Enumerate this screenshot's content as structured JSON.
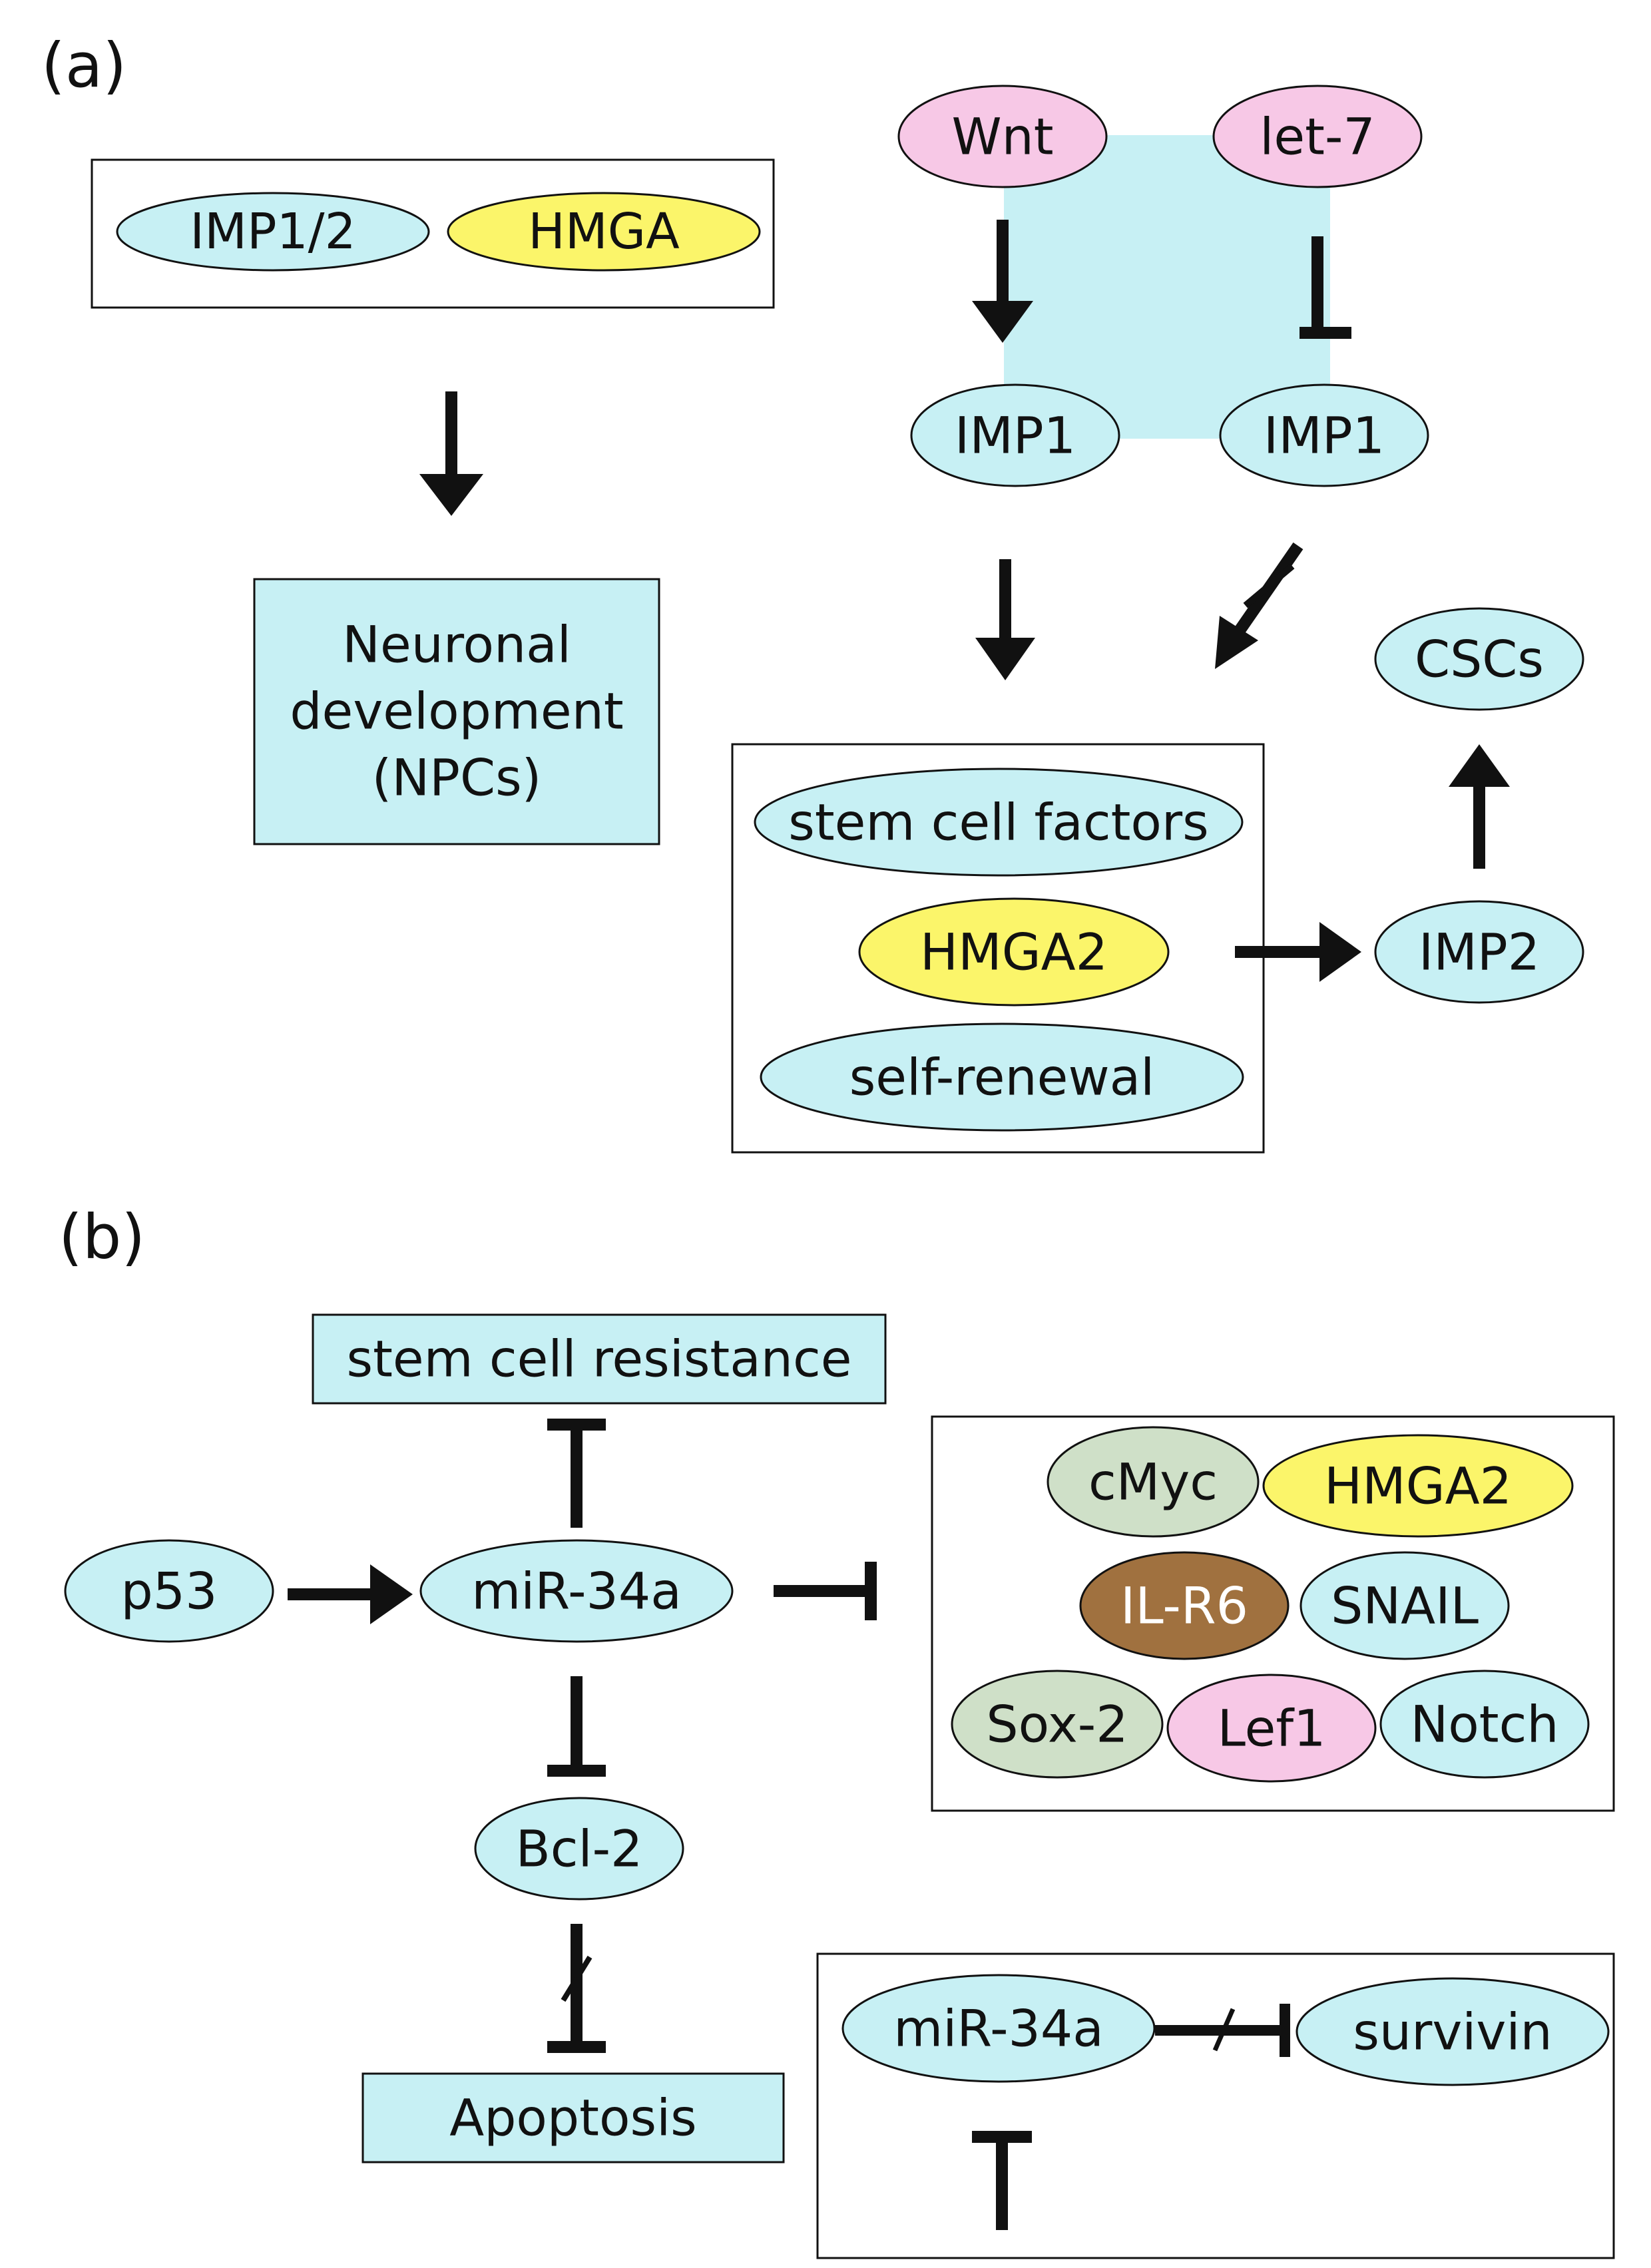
{
  "panel_a": {
    "label": "(a)",
    "box_top_left": {
      "n1": "IMP1/2",
      "n2": "HMGA"
    },
    "neuronal_box": {
      "line1": "Neuronal",
      "line2": "development",
      "line3": "(NPCs)"
    },
    "wnt": "Wnt",
    "let7": "let-7",
    "imp1_left": "IMP1",
    "imp1_right": "IMP1",
    "stem_cell_factors": "stem cell factors",
    "hmga2": "HMGA2",
    "self_renewal": "self-renewal",
    "imp2": "IMP2",
    "cscs": "CSCs"
  },
  "panel_b": {
    "label": "(b)",
    "stem_cell_resistance": "stem cell resistance",
    "p53": "p53",
    "mir34a": "miR-34a",
    "bcl2": "Bcl-2",
    "apoptosis": "Apoptosis",
    "targets": {
      "cmyc": "cMyc",
      "hmga2": "HMGA2",
      "ilr6": "IL-R6",
      "snail": "SNAIL",
      "sox2": "Sox-2",
      "lef1": "Lef1",
      "notch": "Notch"
    },
    "inset_mir34a": "miR-34a",
    "survivin": "survivin"
  },
  "colors": {
    "cyan": "#c7f0f4",
    "yellow": "#fbf56a",
    "pink": "#f7c8e6",
    "sage": "#cfe0c8",
    "brown": "#a0713f",
    "stroke": "#111111"
  }
}
